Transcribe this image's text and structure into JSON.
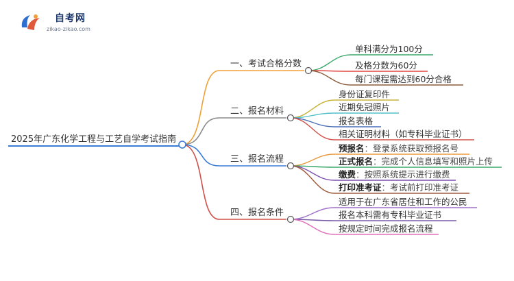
{
  "logo": {
    "title": "自考网",
    "subtitle": "zikao-zikao.com"
  },
  "root": "2025年广东化学工程与工艺自学考试指南",
  "colors": {
    "branch1": "#f0a037",
    "branch2": "#8a8a8a",
    "branch3": "#e89b3a",
    "branch4": "#d0504a"
  },
  "branches": [
    {
      "label": "一、考试合格分数",
      "color": "#f0a037",
      "leaves": [
        {
          "text": "单科满分为100分",
          "color": "#3aa86b"
        },
        {
          "text": "及格分数为60分",
          "color": "#e0453e"
        },
        {
          "text": "每门课程需达到60分合格",
          "color": "#8a5a3a"
        }
      ]
    },
    {
      "label": "二、报名材料",
      "color": "#8a8a8a",
      "leaves": [
        {
          "text": "身份证复印件",
          "color": "#c8b43a"
        },
        {
          "text": "近期免冠照片",
          "color": "#4fc0c8"
        },
        {
          "text": "报名表格",
          "color": "#4a6fb8"
        },
        {
          "text": "相关证明材料（如专科毕业证书）",
          "color": "#d0504a"
        }
      ]
    },
    {
      "label": "三、报名流程",
      "color": "#3a7bd5",
      "leaves": [
        {
          "bold": "预报名",
          "desc": "登录系统获取预报名号",
          "color": "#e89b3a"
        },
        {
          "bold": "正式报名",
          "desc": "完成个人信息填写和照片上传",
          "color": "#3aa86b"
        },
        {
          "bold": "缴费",
          "desc": "按照系统提示进行缴费",
          "color": "#7a4fb0"
        },
        {
          "bold": "打印准考证",
          "desc": "考试前打印准考证",
          "color": "#a05a3a"
        }
      ]
    },
    {
      "label": "四、报名条件",
      "color": "#d0504a",
      "leaves": [
        {
          "text": "适用于在广东省居住和工作的公民",
          "color": "#a070c8"
        },
        {
          "text": "报名本科需有专科毕业证书",
          "color": "#7a5aa8"
        },
        {
          "text": "按规定时间完成报名流程",
          "color": "#e070b8"
        }
      ]
    }
  ]
}
